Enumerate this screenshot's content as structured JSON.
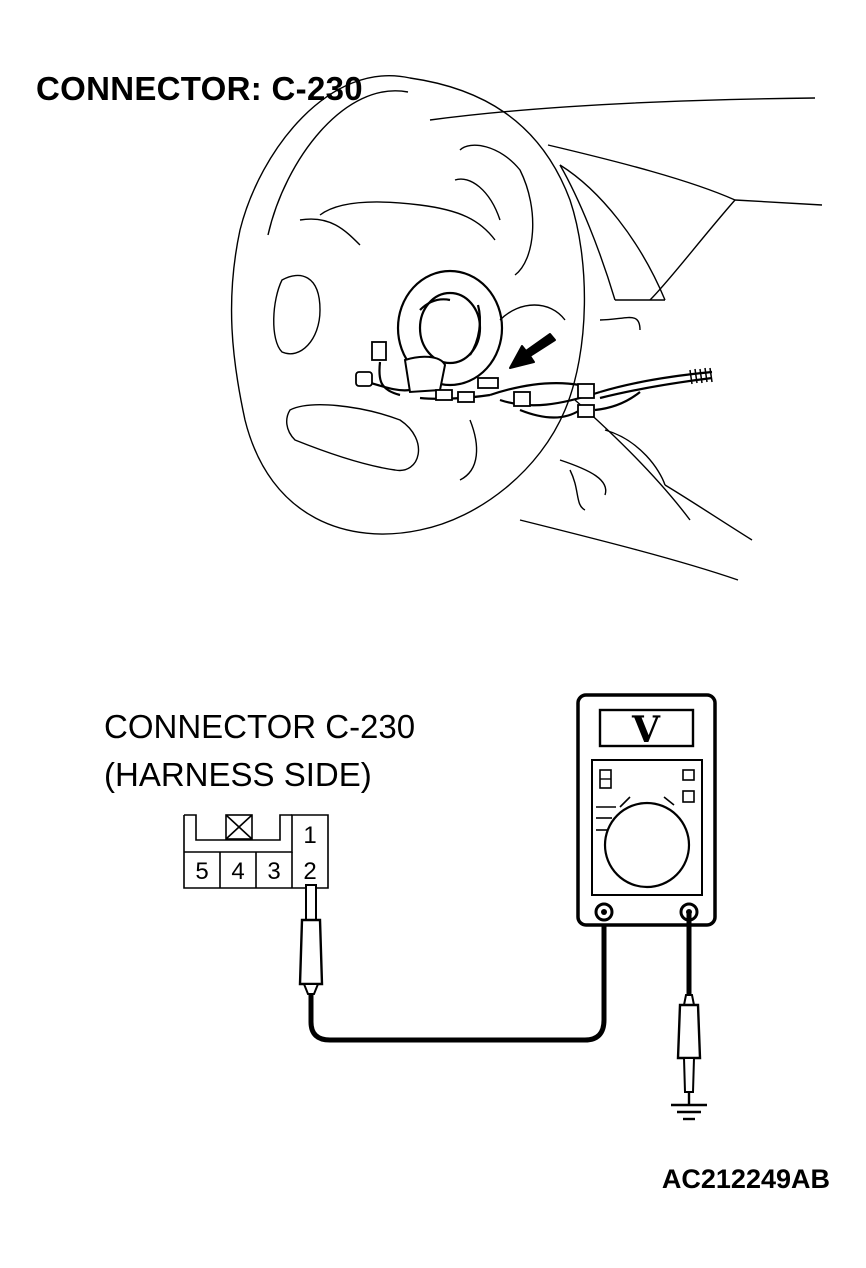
{
  "title": "CONNECTOR: C-230",
  "connector_label": {
    "line1": "CONNECTOR C-230",
    "line2": "(HARNESS SIDE)"
  },
  "connector_pins": {
    "top": "1",
    "bottom": [
      "5",
      "4",
      "3",
      "2"
    ]
  },
  "meter_mode": "V",
  "figure_id": "AC212249AB",
  "icons": [
    "steering-wheel",
    "clock-spring",
    "pointer-arrow",
    "voltmeter",
    "probe",
    "ground-symbol"
  ]
}
